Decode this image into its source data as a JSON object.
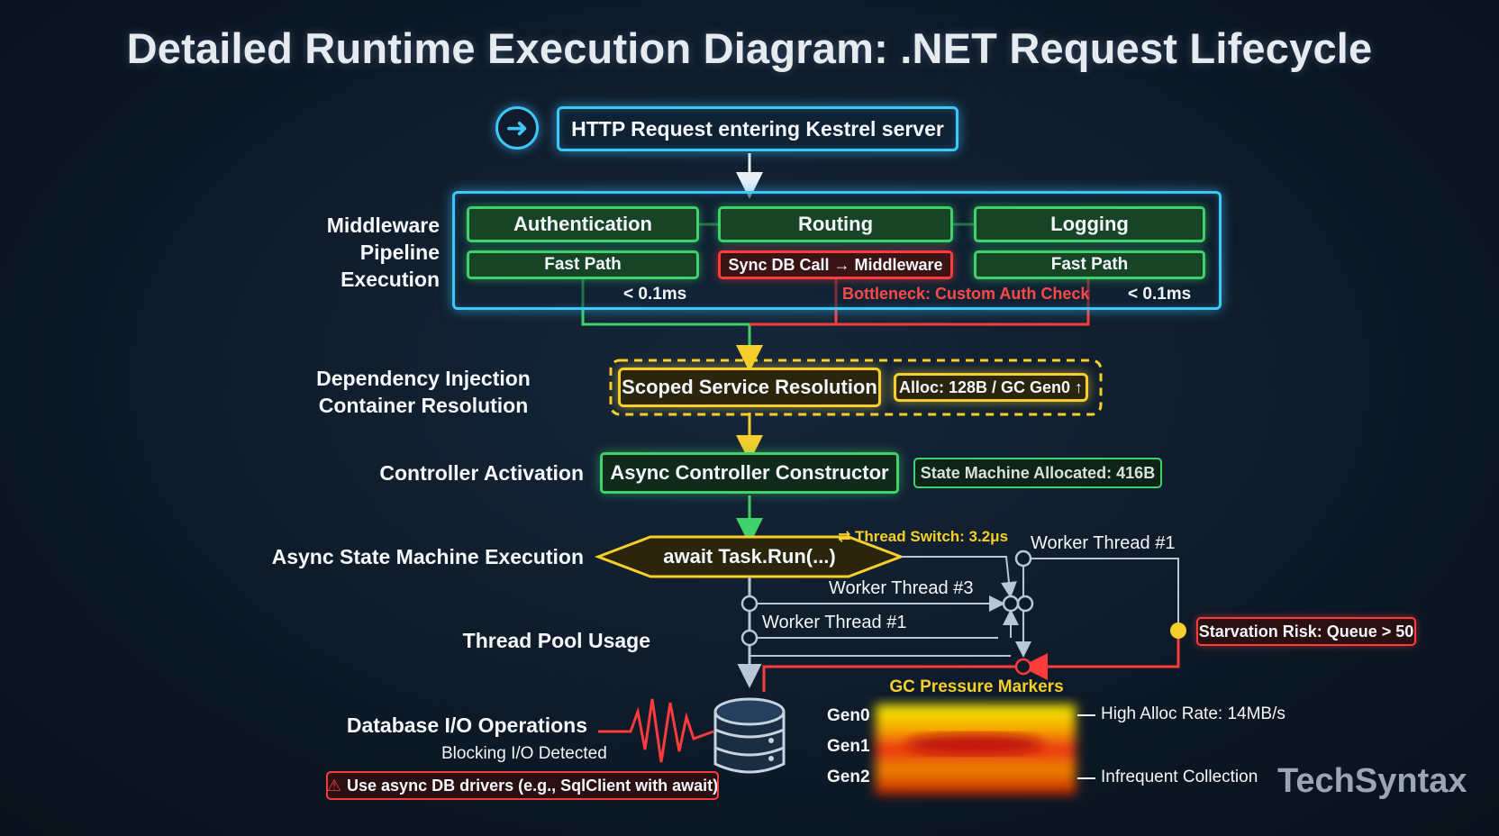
{
  "title": "Detailed Runtime Execution Diagram: .NET Request Lifecycle",
  "request": {
    "label": "HTTP Request entering Kestrel server",
    "icon": "arrow-right-icon"
  },
  "middleware": {
    "section_label": [
      "Middleware",
      "Pipeline",
      "Execution"
    ],
    "authentication": {
      "label": "Authentication",
      "sub": "Fast Path",
      "timing": "< 0.1ms"
    },
    "routing": {
      "label": "Routing",
      "sub": "Sync DB Call → Middleware",
      "note": "Bottleneck: Custom Auth Check"
    },
    "logging": {
      "label": "Logging",
      "sub": "Fast Path",
      "timing": "< 0.1ms"
    }
  },
  "di": {
    "section_label": [
      "Dependency Injection",
      "Container Resolution"
    ],
    "box": "Scoped Service Resolution",
    "alloc": "Alloc: 128B / GC Gen0 ↑"
  },
  "controller": {
    "section_label": "Controller Activation",
    "box": "Async Controller Constructor",
    "note": "State Machine Allocated: 416B"
  },
  "async": {
    "section_label": "Async State Machine Execution",
    "box": "await Task.Run(...)",
    "thread_switch": "Thread Switch: 3.2μs"
  },
  "thread_pool": {
    "section_label": "Thread Pool Usage",
    "worker_top": "Worker Thread #1",
    "worker_3": "Worker Thread #3",
    "worker_1": "Worker Thread #1",
    "starvation": "Starvation Risk: Queue > 50"
  },
  "database": {
    "section_label": "Database I/O Operations",
    "blocking": "Blocking I/O Detected",
    "warning": "Use async DB drivers (e.g., SqlClient with await)"
  },
  "gc": {
    "title": "GC Pressure Markers",
    "gen0": "Gen0",
    "gen1": "Gen1",
    "gen2": "Gen2",
    "high_alloc": "High Alloc Rate: 14MB/s",
    "infrequent": "Infrequent Collection"
  },
  "brand": "TechSyntax",
  "colors": {
    "blue": "#3ec6ff",
    "green": "#3fd16a",
    "red": "#ff3b3b",
    "yellow": "#f6cf2b",
    "slate": "#b8c6d6"
  }
}
